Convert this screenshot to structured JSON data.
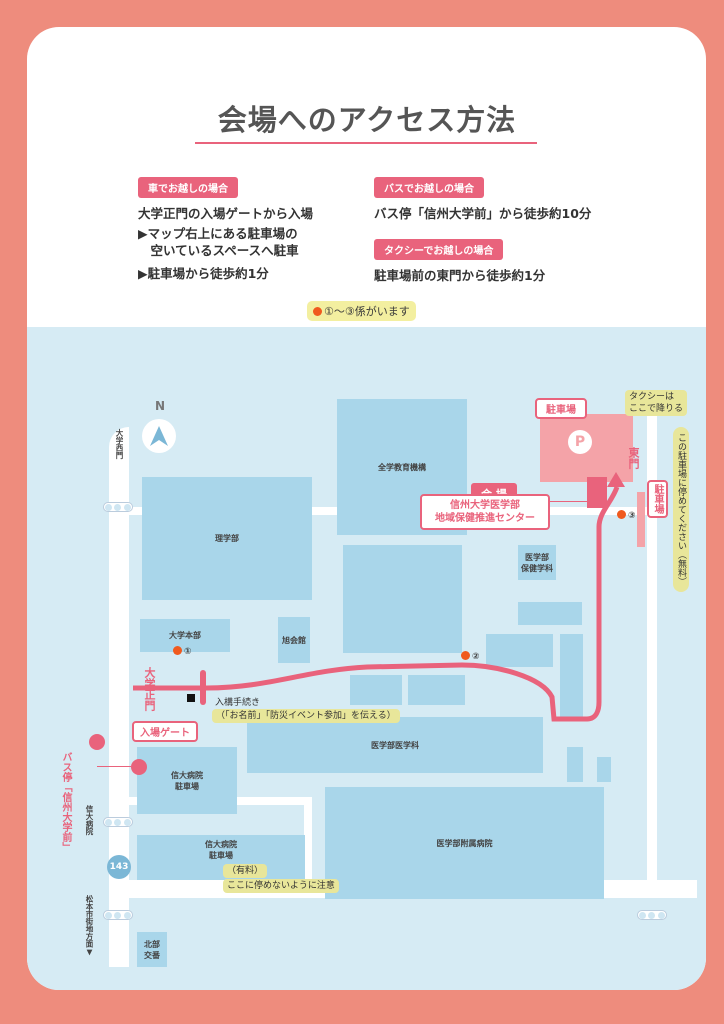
{
  "title": "会場へのアクセス方法",
  "car": {
    "label": "車でお越しの場合",
    "lines": [
      "大学正門の入場ゲートから入場",
      "▶マップ右上にある駐車場の",
      "　空いているスペースへ駐車",
      "▶駐車場から徒歩約1分"
    ]
  },
  "bus": {
    "label": "バスでお越しの場合",
    "line": "バス停「信州大学前」から徒歩約10分"
  },
  "taxi": {
    "label": "タクシーでお越しの場合",
    "line": "駐車場前の東門から徒歩約1分"
  },
  "staff_note": "①〜③係がいます",
  "map": {
    "north": "N",
    "west_gate": "大学西門",
    "buildings": {
      "zengaku": "全学教育機構",
      "rigaku": "理学部",
      "honbu": "大学本部",
      "kyokukai": "旭会館",
      "hoken": "医学部\n保健学科",
      "igaku": "医学部医学科",
      "parking1": "信大病院\n駐車場",
      "hospital": "医学部附属病院",
      "parking2": "信大病院\n駐車場",
      "koban": "北部\n交番"
    },
    "parking_label": "駐車場",
    "parking_symbol": "P",
    "east_gate": "東門",
    "taxi_note": "タクシーは\nここで降りる",
    "parking_side": "駐車場",
    "park_here_note": "この駐車場に停めてください（無料）",
    "venue_label": "会 場",
    "venue_name": "信州大学医学部\n地域保健推進センター",
    "main_gate": "大学正門",
    "entry_gate": "入場ゲート",
    "reception_note": [
      "入構手続き",
      "（「お名前」「防災イベント参加」を伝える）"
    ],
    "bus_stop": "バス停「信州大学前」",
    "signal_hospital": "信大病院",
    "route_no": "143",
    "to_city": "松本市街地方面▼",
    "paid_note": [
      "（有料）",
      "ここに停めないように注意"
    ],
    "staff": [
      "①",
      "②",
      "③"
    ]
  },
  "colors": {
    "accent": "#e9637c",
    "bg": "#ee8c7d",
    "map": "#d6ebf4",
    "building": "#a9d6ea",
    "staff_dot": "#f05a1e"
  }
}
